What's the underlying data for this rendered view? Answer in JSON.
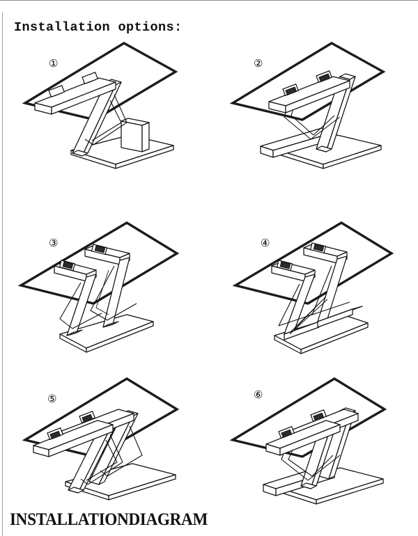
{
  "page": {
    "title": "Installation options:",
    "caption": "INSTALLATIONDIAGRAM",
    "background_color": "#ffffff",
    "ink_color": "#111111",
    "glass_outline_color": "#1b1b1b"
  },
  "figures": [
    {
      "id": "fig-1",
      "badge": "①",
      "badge_label": "option-1",
      "description": "Single Z-shaped bracket mounted centred under the glass panel, arm pointing left",
      "bracket_count": 1,
      "bracket_style": "z-bracket",
      "pad_count": 2,
      "base_plate": true
    },
    {
      "id": "fig-2",
      "badge": "②",
      "badge_label": "option-2",
      "description": "Single Z-shaped bracket mirrored, loop opening toward the viewer",
      "bracket_count": 1,
      "bracket_style": "z-bracket-mirrored",
      "pad_count": 2,
      "base_plate": true
    },
    {
      "id": "fig-3",
      "badge": "③",
      "badge_label": "option-3",
      "description": "Two separated V-shaped brackets on a shared base plate",
      "bracket_count": 2,
      "bracket_style": "v-bracket-pair",
      "pad_count": 2,
      "base_plate": true
    },
    {
      "id": "fig-4",
      "badge": "④",
      "badge_label": "option-4",
      "description": "Two parallel L-shaped brackets spread wide on a shared base plate",
      "bracket_count": 2,
      "bracket_style": "l-bracket-pair",
      "pad_count": 2,
      "base_plate": true
    },
    {
      "id": "fig-5",
      "badge": "⑤",
      "badge_label": "option-5",
      "description": "Two Z-shaped brackets side by side, arms pointing left",
      "bracket_count": 2,
      "bracket_style": "z-bracket-pair",
      "pad_count": 2,
      "base_plate": true
    },
    {
      "id": "fig-6",
      "badge": "⑥",
      "badge_label": "option-6",
      "description": "Two mirrored Z-shaped brackets side by side forming a closed loop",
      "bracket_count": 2,
      "bracket_style": "z-bracket-pair-mirrored",
      "pad_count": 2,
      "base_plate": true
    }
  ]
}
